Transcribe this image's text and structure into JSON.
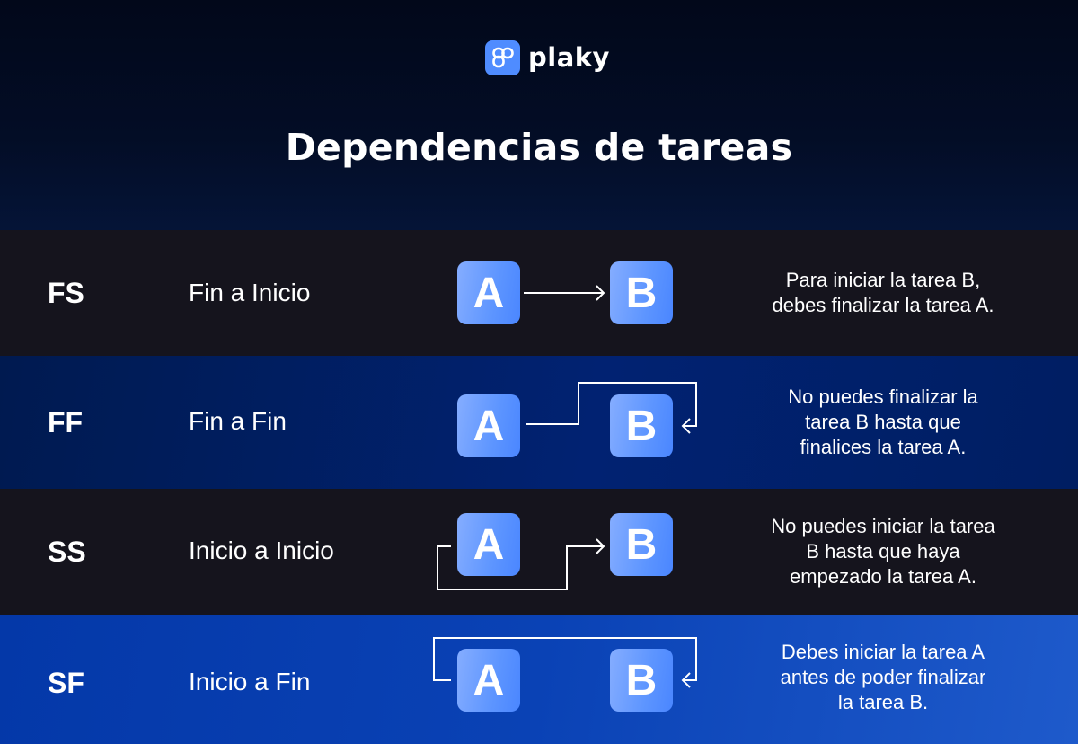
{
  "header": {
    "logo": {
      "icon": "plaky-logo-icon",
      "text": "plaky",
      "color": "#4f8cff"
    },
    "title": "Dependencias de tareas"
  },
  "colors": {
    "dark_row": "#15141d",
    "blue_row_dark": "#012272",
    "blue_row_bright": "#0a42b5",
    "box_blue": "#5d95ff",
    "text": "#ffffff"
  },
  "rows": [
    {
      "code": "FS",
      "name": "Fin a Inicio",
      "box_a": "A",
      "box_b": "B",
      "connector": "arrow-straight-A-end-to-B-start",
      "desc_lines": [
        "Para iniciar la tarea B,",
        "debes finalizar la tarea A."
      ]
    },
    {
      "code": "FF",
      "name": "Fin a Fin",
      "box_a": "A",
      "box_b": "B",
      "connector": "arrow-A-end-to-B-end",
      "desc_lines": [
        "No puedes finalizar la",
        "tarea B hasta que",
        "finalices la tarea A."
      ]
    },
    {
      "code": "SS",
      "name": "Inicio a Inicio",
      "box_a": "A",
      "box_b": "B",
      "connector": "arrow-A-start-to-B-start",
      "desc_lines": [
        "No puedes iniciar la tarea",
        "B hasta que haya",
        "empezado la tarea A."
      ]
    },
    {
      "code": "SF",
      "name": "Inicio a Fin",
      "box_a": "A",
      "box_b": "B",
      "connector": "arrow-A-start-to-B-end",
      "desc_lines": [
        "Debes iniciar la tarea A",
        "antes de poder finalizar",
        "la tarea B."
      ]
    }
  ]
}
